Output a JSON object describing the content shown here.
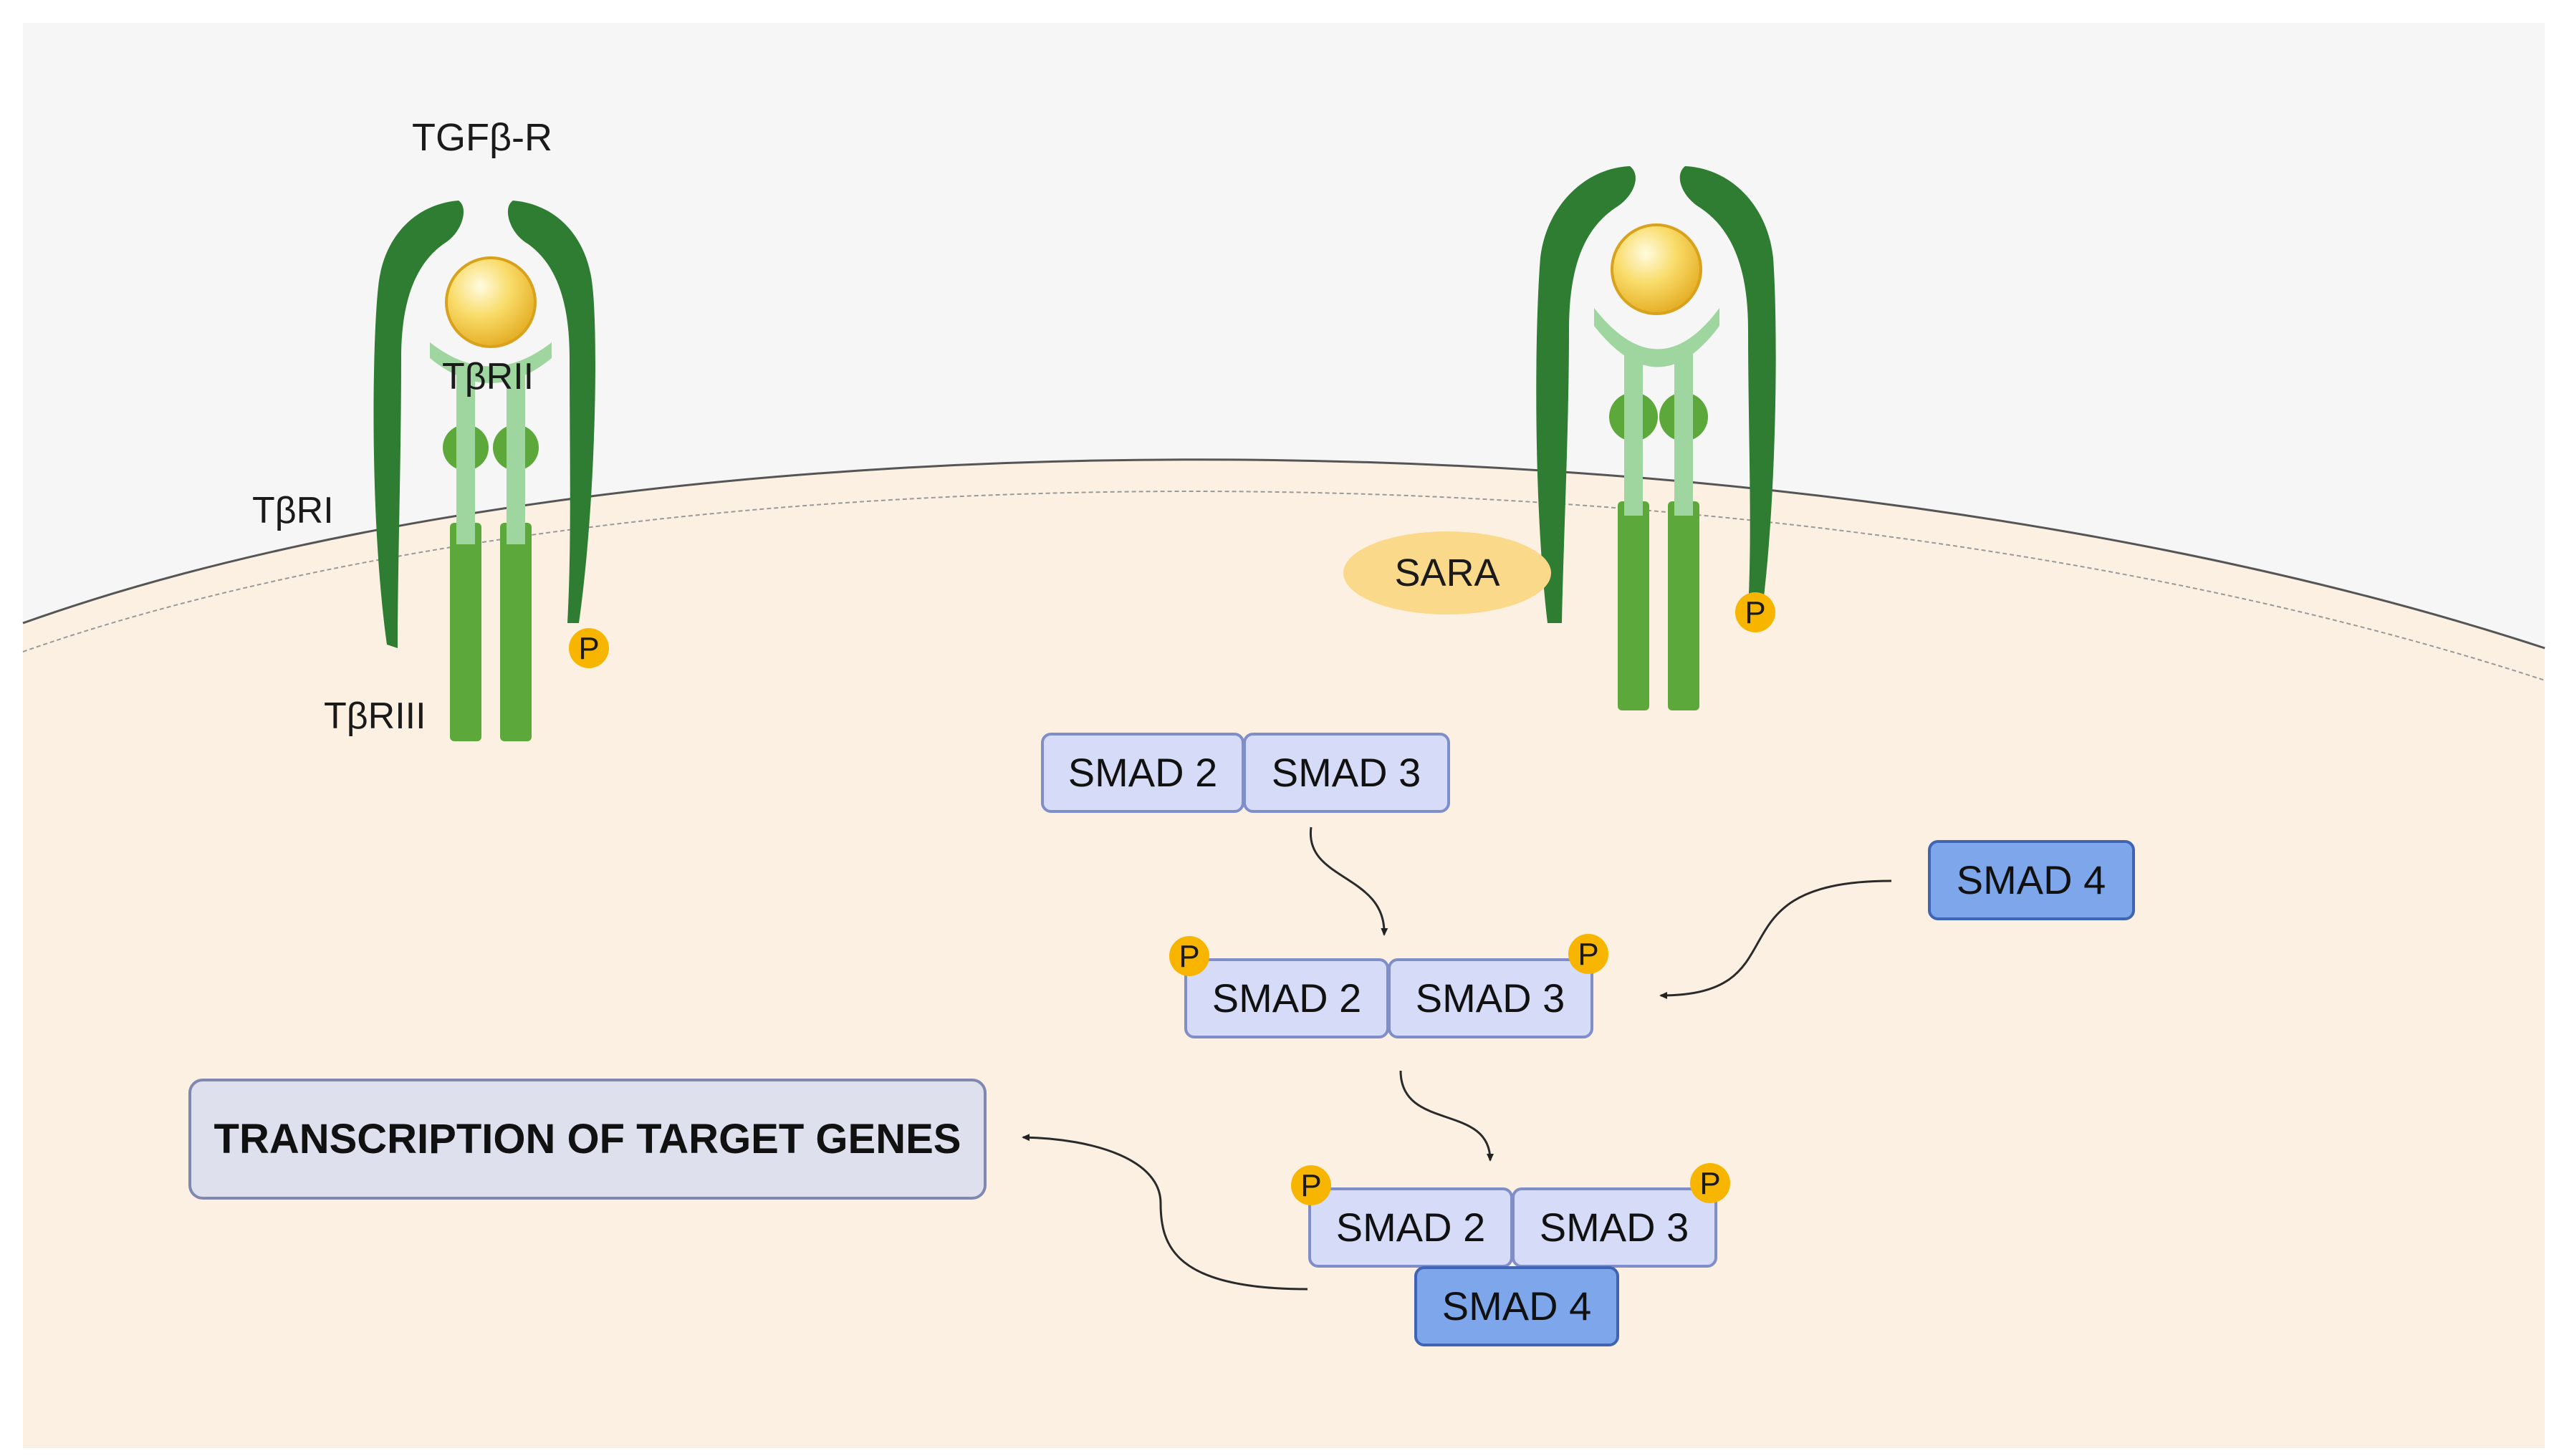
{
  "labels": {
    "tgfb_r": "TGFβ-R",
    "tbrii": "TβRII",
    "tbri": "TβRI",
    "tbriii": "TβRIII",
    "sara": "SARA",
    "transcription": "TRANSCRIPTION OF TARGET GENES"
  },
  "smad_boxes": {
    "smad2": "SMAD 2",
    "smad3": "SMAD 3",
    "smad4": "SMAD 4"
  },
  "phospho": "P",
  "colors": {
    "background_outside": "#f6f6f6",
    "cytoplasm": "#fcf0e2",
    "membrane_line": "#666666",
    "receptor_dark_green": "#2e7d32",
    "receptor_mid_green": "#5da83a",
    "receptor_light_green": "#9fd6a0",
    "ligand_yellow": "#f6cf4e",
    "sara_fill": "#fbd98a",
    "phospho_fill": "#f7b500",
    "smad23_fill": "#d6dcf7",
    "smad23_stroke": "#7f8dc8",
    "smad4_fill": "#7ea6ea",
    "smad4_stroke": "#3f64b4",
    "transcription_fill": "#dee0ee",
    "transcription_stroke": "#8088b0"
  }
}
